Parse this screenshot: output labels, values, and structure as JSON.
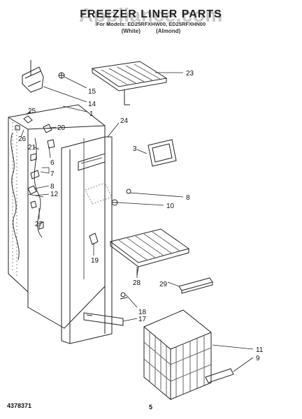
{
  "header": {
    "watermark": "Appliance.com",
    "title": "FREEZER LINER PARTS",
    "subtitle": "For Models: ED25RFXHW00, ED25RFXHN00",
    "variants": [
      "(White)",
      "(Almond)"
    ]
  },
  "callouts": [
    "23",
    "15",
    "14",
    "1",
    "25",
    "20",
    "24",
    "26",
    "3",
    "21",
    "6",
    "7",
    "8",
    "12",
    "8",
    "10",
    "27",
    "19",
    "28",
    "29",
    "18",
    "17",
    "11",
    "9"
  ],
  "footer": {
    "part_number": "4378371",
    "page_number": "5"
  }
}
